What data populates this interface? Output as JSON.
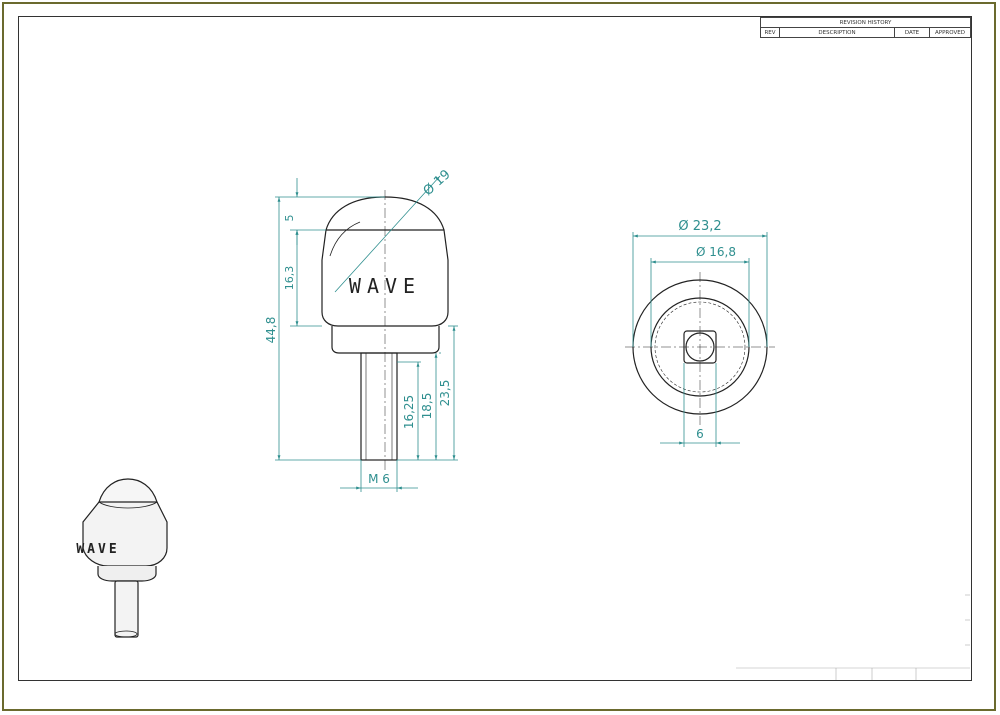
{
  "revision_table": {
    "title": "REVISION HISTORY",
    "columns": [
      "REV",
      "DESCRIPTION",
      "DATE",
      "APPROVED"
    ]
  },
  "front_view": {
    "label": "WAVE",
    "dims": {
      "sphere_dia": "Ø 19",
      "cap": "5",
      "body": "16,3",
      "overall": "44,8",
      "stem1": "16,25",
      "stem2": "18,5",
      "stem3": "23,5",
      "thread": "M 6"
    }
  },
  "top_view": {
    "dims": {
      "outer_dia": "Ø 23,2",
      "inner_dia": "Ø 16,8",
      "square": "6"
    }
  },
  "iso_view": {
    "label": "WAVE"
  },
  "colors": {
    "dimension": "#2f8f8f",
    "outline": "#222222",
    "frame": "#6b6a2e"
  }
}
